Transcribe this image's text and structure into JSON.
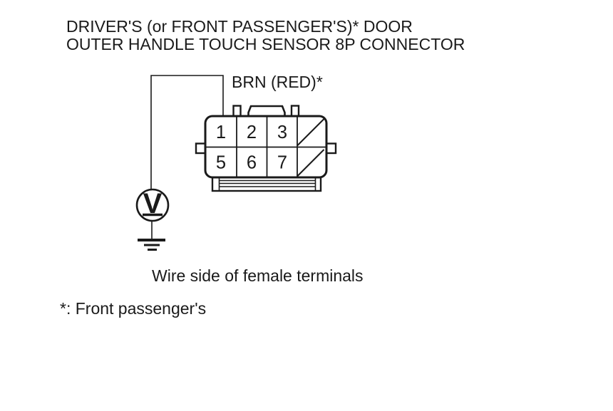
{
  "page": {
    "background": "#ffffff",
    "line_color": "#1a1a1a"
  },
  "title": {
    "line1": "DRIVER'S (or FRONT PASSENGER'S)* DOOR",
    "line2": "OUTER HANDLE TOUCH SENSOR 8P CONNECTOR"
  },
  "diagram": {
    "wire_label": "BRN (RED)*",
    "meter": {
      "symbol": "V",
      "kind": "voltmeter-to-ground"
    },
    "connector": {
      "pin_count_label": "8P",
      "pins": {
        "p1": "1",
        "p2": "2",
        "p3": "3",
        "p5": "5",
        "p6": "6",
        "p7": "7"
      },
      "blocked_cells": [
        "top-right",
        "bottom-right"
      ]
    },
    "caption": "Wire side of female terminals"
  },
  "footnote": "*: Front passenger's"
}
